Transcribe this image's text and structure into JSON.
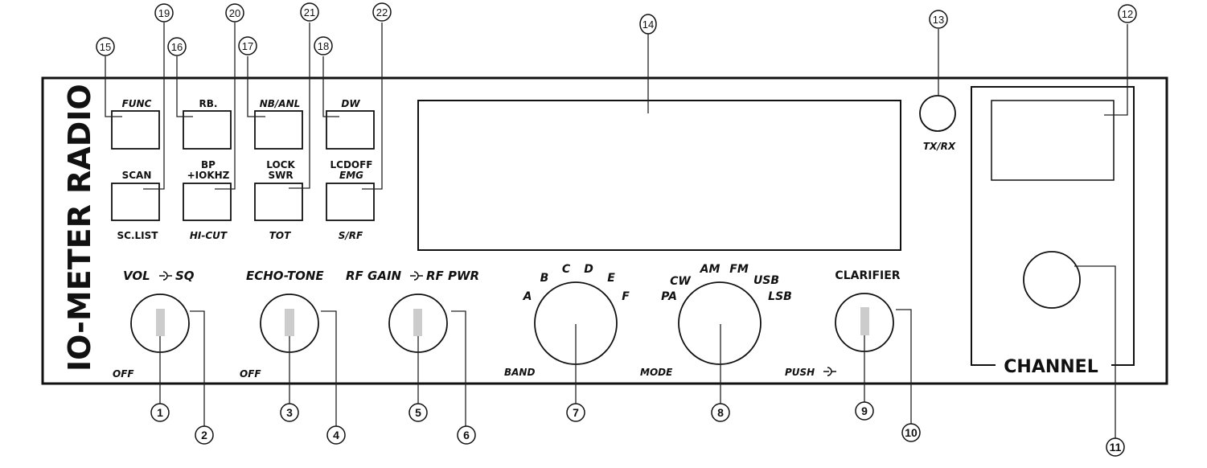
{
  "brand": {
    "name": "IO-METER RADIO"
  },
  "buttons": [
    {
      "id": "15",
      "top_label": "FUNC",
      "bottom_label": ""
    },
    {
      "id": "16",
      "top_label": "RB.",
      "bottom_label": ""
    },
    {
      "id": "17",
      "top_label": "NB/ANL",
      "bottom_label": ""
    },
    {
      "id": "18",
      "top_label": "DW",
      "bottom_label": ""
    },
    {
      "id": "19",
      "top_label": "SCAN",
      "bottom_label": "SC.LIST"
    },
    {
      "id": "20",
      "top_label_line1": "BP",
      "top_label_line2": "+IOKHZ",
      "bottom_label": "HI-CUT"
    },
    {
      "id": "21",
      "top_label_line1": "LOCK",
      "top_label_line2": "SWR",
      "bottom_label": "TOT"
    },
    {
      "id": "22",
      "top_label_line1": "LCDOFF",
      "top_label_line2": "EMG",
      "bottom_label": "S/RF"
    }
  ],
  "knobs": {
    "vol_sq": {
      "label": "VOL",
      "label2": "SQ",
      "sub_label": "OFF",
      "callouts": [
        "1",
        "2"
      ]
    },
    "echo_tone": {
      "label": "ECHO-TONE",
      "sub_label": "OFF",
      "callouts": [
        "3",
        "4"
      ]
    },
    "rf_gain_pwr": {
      "label": "RF GAIN",
      "label2": "RF PWR",
      "callouts": [
        "5",
        "6"
      ]
    },
    "band": {
      "label": "BAND",
      "positions": [
        "A",
        "B",
        "C",
        "D",
        "E",
        "F"
      ],
      "callout": "7"
    },
    "mode": {
      "label": "MODE",
      "positions": [
        "PA",
        "CW",
        "AM",
        "FM",
        "USB",
        "LSB"
      ],
      "callout": "8"
    },
    "clarifier": {
      "label": "CLARIFIER",
      "sub_label": "PUSH",
      "callouts": [
        "9",
        "10"
      ]
    },
    "channel": {
      "label": "CHANNEL",
      "callout": "11"
    }
  },
  "display": {
    "callout": "14"
  },
  "channel_display": {
    "callout": "12"
  },
  "tx_rx": {
    "label": "TX/RX",
    "callout": "13"
  },
  "push_symbol": "-⊙-"
}
